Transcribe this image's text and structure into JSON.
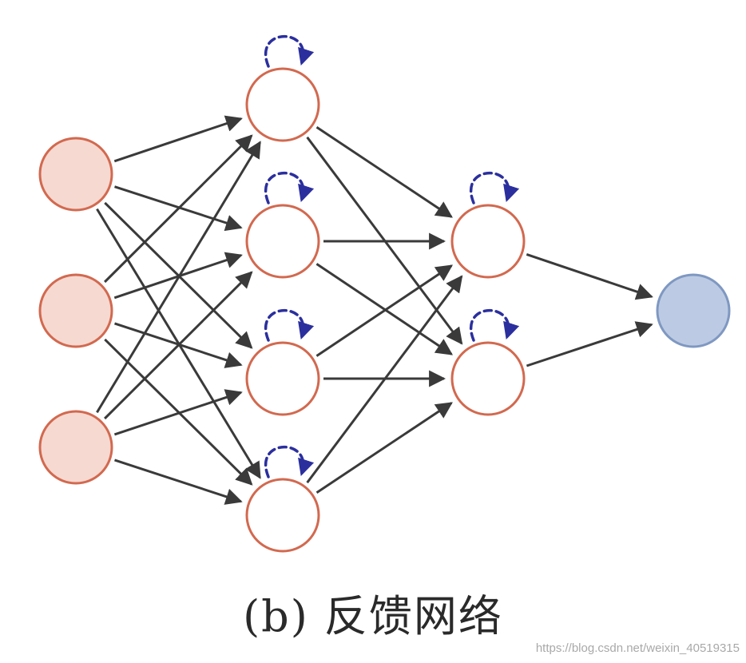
{
  "caption": "(b) 反馈网络",
  "watermark": "https://blog.csdn.net/weixin_40519315",
  "colors": {
    "node_stroke": "#d2694f",
    "input_fill": "#f6d9d1",
    "hidden_fill": "#ffffff",
    "output_fill": "#bccbe3",
    "output_stroke": "#7f98c2",
    "edge": "#3a3a3a",
    "feedback": "#2b2f9e"
  },
  "network": {
    "layers": [
      {
        "name": "input",
        "size": 3,
        "self_loops": false
      },
      {
        "name": "hidden-1",
        "size": 4,
        "self_loops": true
      },
      {
        "name": "hidden-2",
        "size": 2,
        "self_loops": true
      },
      {
        "name": "output",
        "size": 1,
        "self_loops": false
      }
    ],
    "connectivity": "fully-connected between adjacent layers",
    "feedback_style": "dashed self-loop above each hidden node"
  }
}
